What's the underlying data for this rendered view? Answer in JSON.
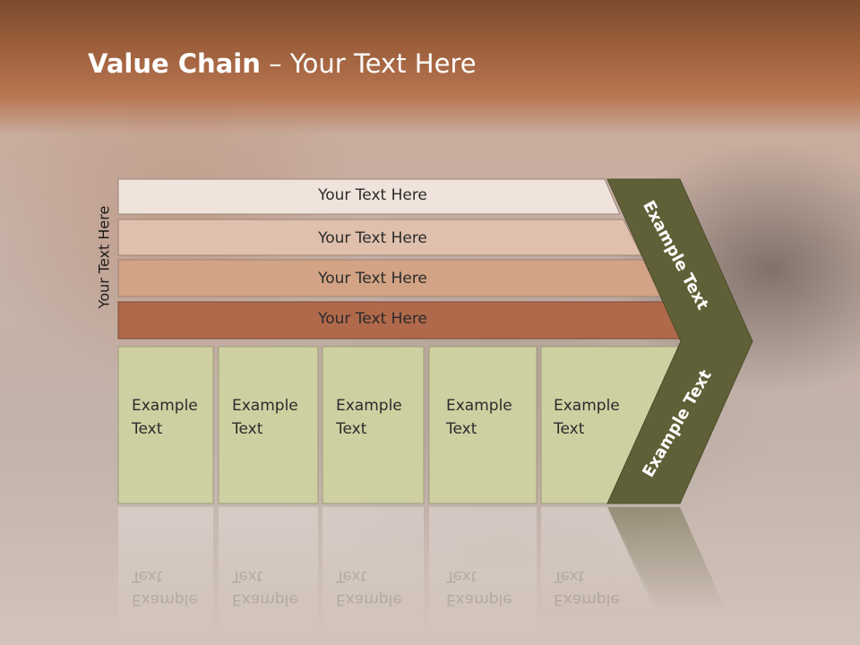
{
  "slide": {
    "title_bold": "Value Chain",
    "title_rest": " – Your Text Here",
    "vertical_label": "Your Text Here"
  },
  "bars": [
    {
      "label": "Your Text Here",
      "color": "#f0e3dc"
    },
    {
      "label": "Your Text Here",
      "color": "#dfc0ad"
    },
    {
      "label": "Your Text Here",
      "color": "#d2a384"
    },
    {
      "label": "Your Text Here",
      "color": "#b0694a"
    }
  ],
  "columns": [
    {
      "line1": "Example",
      "line2": "Text"
    },
    {
      "line1": "Example",
      "line2": "Text"
    },
    {
      "line1": "Example",
      "line2": "Text"
    },
    {
      "line1": "Example",
      "line2": "Text"
    },
    {
      "line1": "Example",
      "line2": "Text"
    }
  ],
  "chevron": {
    "upper_label": "Example Text",
    "lower_label": "Example Text",
    "color": "#5f6037"
  },
  "column_color": "#cfd0a2"
}
